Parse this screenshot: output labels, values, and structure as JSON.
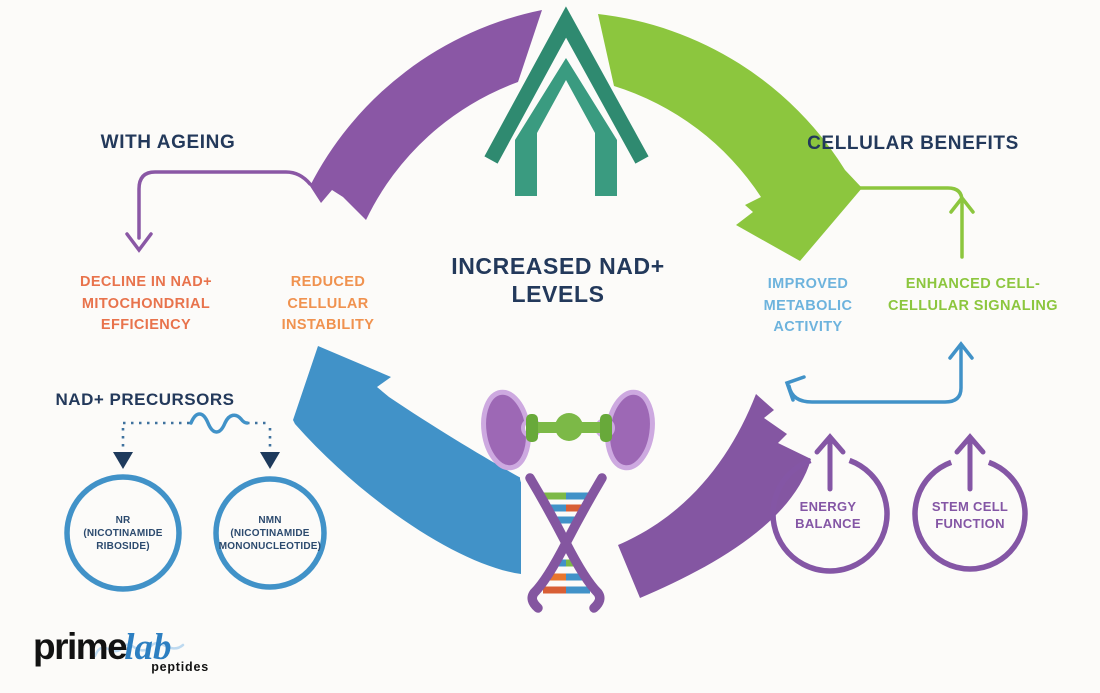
{
  "background": "#fcfbf9",
  "colors": {
    "navy": "#23395b",
    "orange_dark": "#e8734c",
    "orange_light": "#f0924f",
    "light_blue_text": "#6db3dd",
    "green": "#8cc63e",
    "purple": "#8a57a5",
    "blue": "#4192c8",
    "teal": "#2f8a70",
    "dark_arrowhead": "#1e3a5c",
    "logo_blue": "#2d7fc1"
  },
  "headings": {
    "left": "WITH AGEING",
    "right": "CELLULAR BENEFITS",
    "center": "INCREASED NAD+\nLEVELS"
  },
  "ageing_effects": [
    {
      "label": "DECLINE IN NAD+\nMITOCHONDRIAL\nEFFICIENCY"
    },
    {
      "label": "REDUCED\nCELLULAR\nINSTABILITY"
    }
  ],
  "benefits": [
    {
      "label": "IMPROVED\nMETABOLIC\nACTIVITY"
    },
    {
      "label": "ENHANCED CELL-\nCELLULAR SIGNALING"
    }
  ],
  "precursors": {
    "title": "NAD+ PRECURSORS",
    "items": [
      {
        "label": "NR\n(NICOTINAMIDE\nRIBOSIDE)"
      },
      {
        "label": "NMN\n(NICOTINAMIDE\nMONONUCLEOTIDE)"
      }
    ]
  },
  "benefit_circles": [
    {
      "label": "ENERGY\nBALANCE"
    },
    {
      "label": "STEM CELL\nFUNCTION"
    }
  ],
  "icons": {
    "top_center": "growth-up-arrow-icon",
    "center": "kidney-dumbbell-icon",
    "bottom_center": "dna-helix-icon",
    "cycle_segments": [
      "purple-arc-top-left",
      "green-arrow-arc",
      "purple-arc-bottom-right",
      "blue-arrow-arc"
    ]
  },
  "logo": {
    "name_black": "prime",
    "name_blue": "lab",
    "tagline": "peptides"
  }
}
